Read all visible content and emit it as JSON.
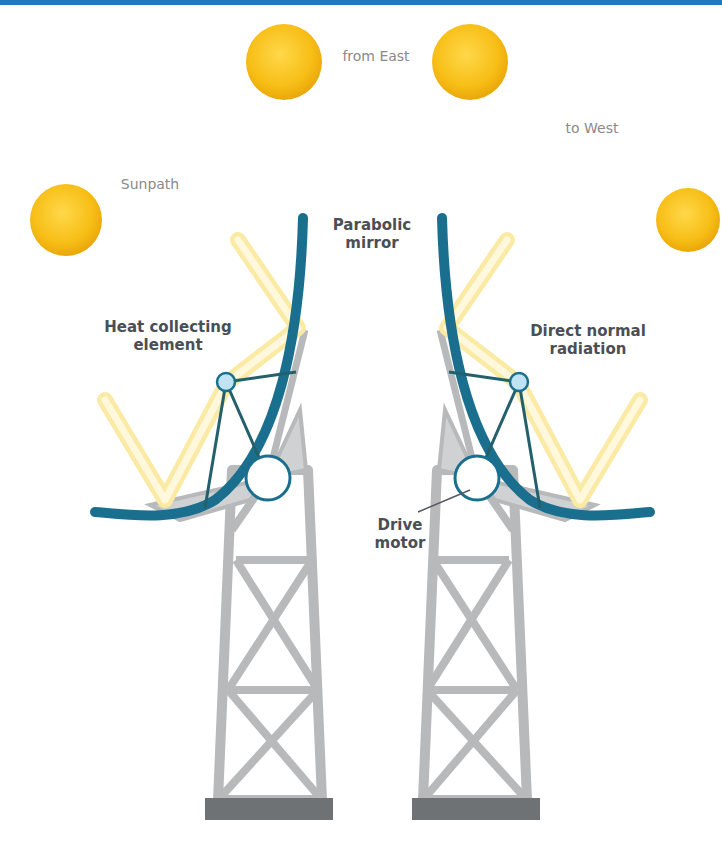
{
  "diagram": {
    "labels": [
      "Sunpath",
      "from East",
      "to West",
      "Parabolic mirror",
      "Heat collecting element",
      "Direct normal radiation",
      "Drive motor"
    ]
  }
}
